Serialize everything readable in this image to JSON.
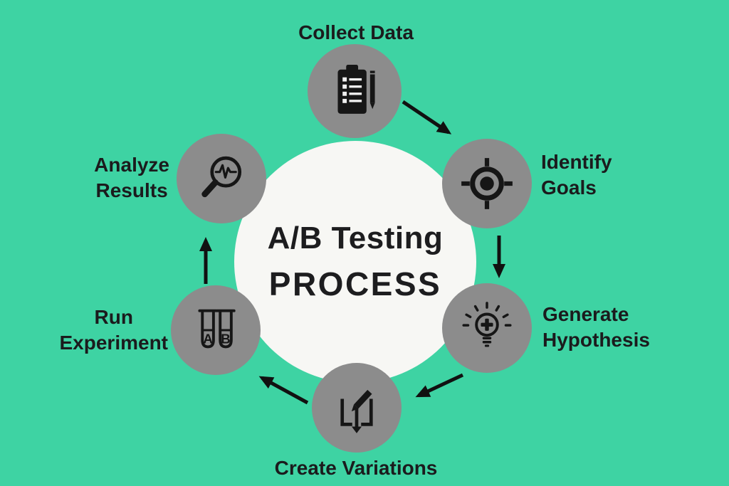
{
  "diagram": {
    "title_line1": "A/B Testing",
    "title_line2": "PROCESS",
    "flow_order": [
      "Collect Data",
      "Identify Goals",
      "Generate Hypothesis",
      "Create Variations",
      "Run Experiment",
      "Analyze Results"
    ]
  },
  "steps": {
    "collect_data": {
      "label": "Collect Data",
      "icon": "clipboard-checklist-icon"
    },
    "identify_goals": {
      "label": "Identify\nGoals",
      "icon": "target-icon"
    },
    "generate_hypothesis": {
      "label": "Generate\nHypothesis",
      "icon": "lightbulb-plus-icon"
    },
    "create_variations": {
      "label": "Create Variations",
      "icon": "edit-box-down-arrow-icon"
    },
    "run_experiment": {
      "label": "Run\nExperiment",
      "icon": "ab-test-tubes-icon",
      "tube_a": "A",
      "tube_b": "B"
    },
    "analyze_results": {
      "label": "Analyze\nResults",
      "icon": "magnifier-waveform-icon"
    }
  },
  "colors": {
    "background": "#3ed3a3",
    "node_circle": "#8c8c8c",
    "center_circle": "#f7f7f4",
    "text": "#1b1b1d",
    "icon": "#161616",
    "icon_detail": "#f0f0f0",
    "arrow": "#111111"
  }
}
